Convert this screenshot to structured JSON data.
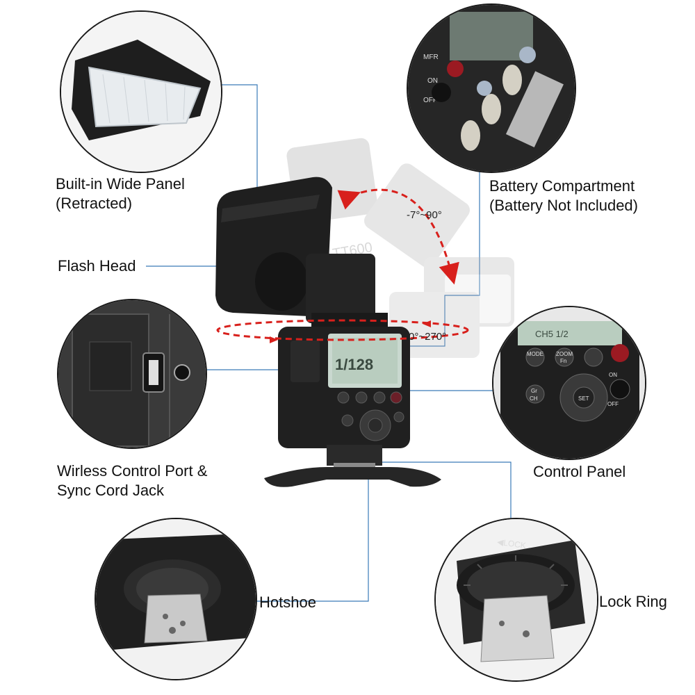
{
  "callouts": {
    "wide_panel": {
      "line1": "Built-in Wide Panel",
      "line2": "(Retracted)"
    },
    "battery": {
      "line1": "Battery Compartment",
      "line2": "(Battery Not Included)"
    },
    "flash_head": {
      "line1": "Flash Head"
    },
    "wireless_port": {
      "line1": "Wirless Control Port &",
      "line2": "Sync Cord Jack"
    },
    "control_panel": {
      "line1": "Control Panel"
    },
    "hotshoe": {
      "line1": "Hotshoe"
    },
    "lock_ring": {
      "line1": "Lock Ring"
    }
  },
  "rotation": {
    "vertical": "-7°~90°",
    "horizontal": "0°~270°"
  },
  "flash": {
    "model": "TT600",
    "lcd_value": "1/128"
  },
  "closeups": {
    "battery_switch": {
      "mode_label": "MFR",
      "on": "ON",
      "off": "OFF"
    },
    "control_panel": {
      "mode": "MODE",
      "zoom": "ZOOM",
      "fn": "Fn",
      "ch": "CH",
      "set": "SET",
      "on": "ON",
      "off": "OFF",
      "gr": "Gr",
      "lcd": "CH5 1/2"
    },
    "lock_ring": {
      "lock_text": "◀LOCK"
    }
  },
  "colors": {
    "leader_line": "#3a7ab8",
    "arrow_red": "#d8201c",
    "body_dark": "#1d1d1d",
    "lcd_green": "#c9d8cf"
  }
}
